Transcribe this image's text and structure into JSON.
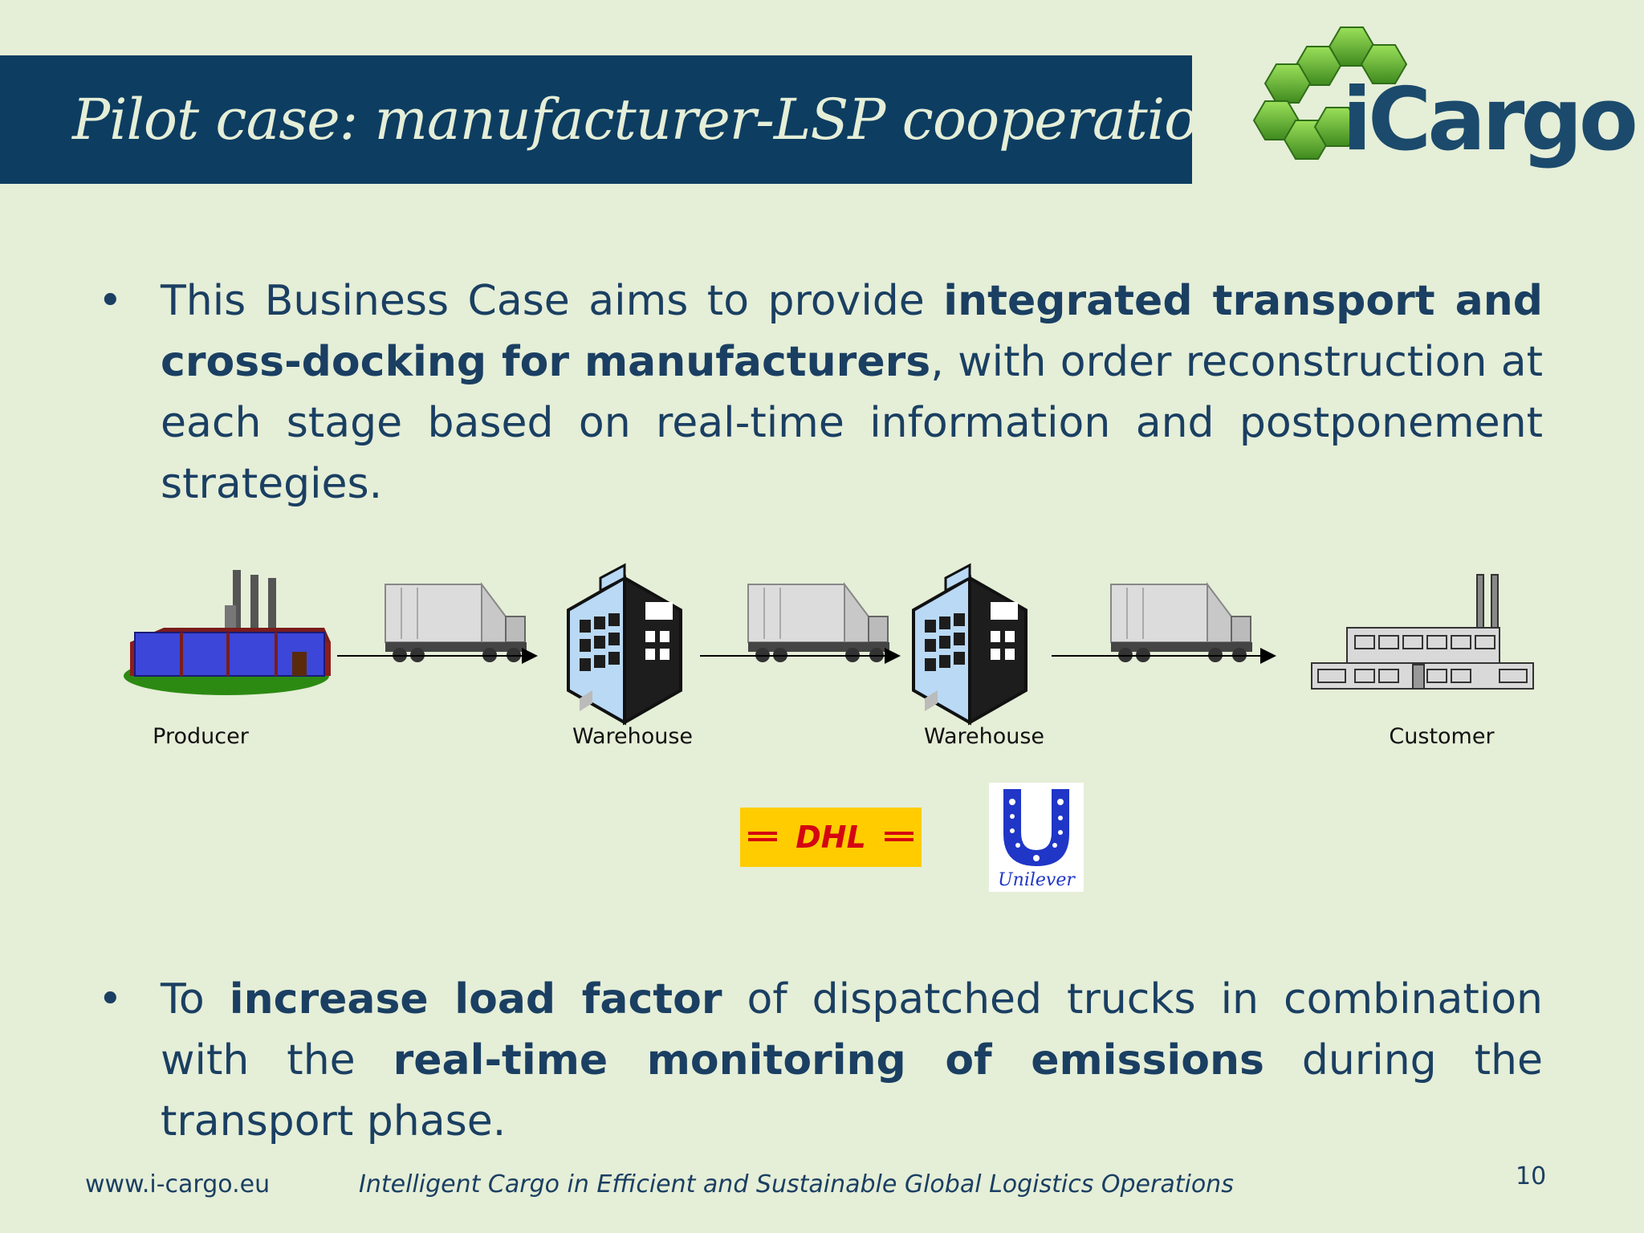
{
  "slide": {
    "title": "Pilot case: manufacturer-LSP cooperation",
    "logo_text": "iCargo",
    "bullets": [
      {
        "parts": [
          {
            "text": "This Business Case aims to provide ",
            "bold": false
          },
          {
            "text": "integrated transport and cross-docking for manufacturers",
            "bold": true
          },
          {
            "text": ", with order reconstruction at each stage based on real-time information and postponement strategies.",
            "bold": false
          }
        ]
      },
      {
        "parts": [
          {
            "text": "To ",
            "bold": false
          },
          {
            "text": "increase load factor",
            "bold": true
          },
          {
            "text": " of dispatched trucks in combination with the ",
            "bold": false
          },
          {
            "text": "real-time monitoring of emissions",
            "bold": true
          },
          {
            "text": " during the transport phase.",
            "bold": false
          }
        ]
      }
    ],
    "flow": {
      "nodes": [
        {
          "label": "Producer",
          "icon": "factory-icon"
        },
        {
          "label": "Warehouse",
          "icon": "warehouse-icon"
        },
        {
          "label": "Warehouse",
          "icon": "warehouse-icon"
        },
        {
          "label": "Customer",
          "icon": "customer-building-icon"
        }
      ],
      "edges": [
        {
          "from": 0,
          "to": 1,
          "icon": "truck-icon"
        },
        {
          "from": 1,
          "to": 2,
          "icon": "truck-icon"
        },
        {
          "from": 2,
          "to": 3,
          "icon": "truck-icon"
        }
      ]
    },
    "partners": [
      {
        "name": "DHL",
        "icon": "dhl-logo",
        "color": "#ffcc00",
        "text_color": "#d40511"
      },
      {
        "name": "Unilever",
        "icon": "unilever-logo",
        "color": "#1f36c7"
      }
    ],
    "footer": {
      "url": "www.i-cargo.eu",
      "tagline": "Intelligent Cargo in Efficient and Sustainable Global Logistics Operations",
      "page_number": "10"
    },
    "colors": {
      "background": "#e5eed7",
      "title_bar": "#0d3d61",
      "text": "#1a3f62",
      "logo_green": "#6db33f"
    }
  }
}
